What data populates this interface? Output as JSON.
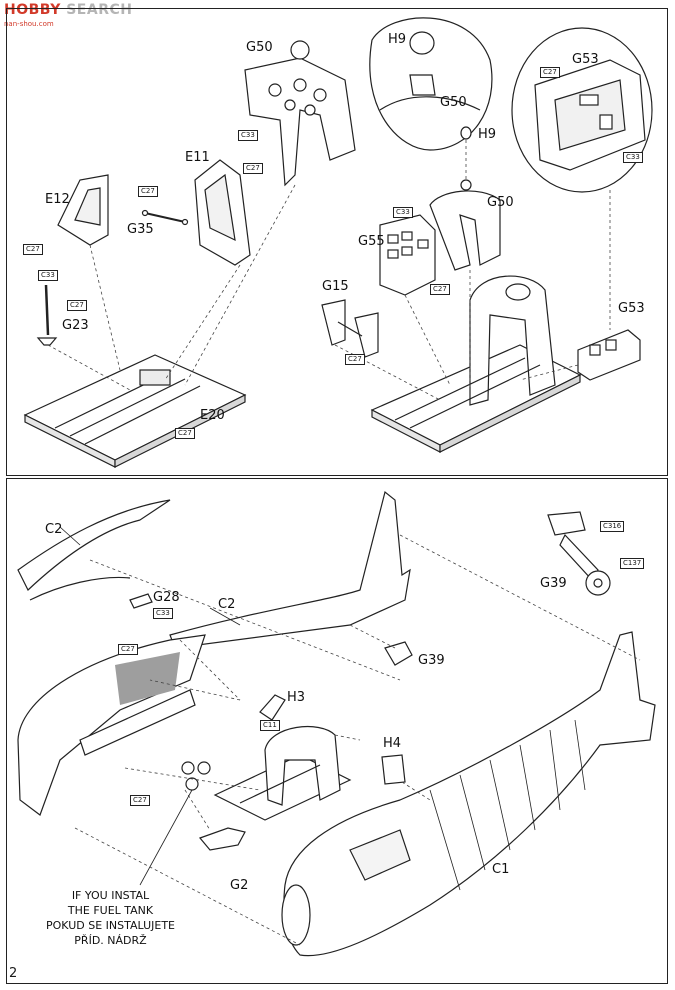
{
  "watermark": {
    "brand_red": "HOBBY",
    "brand_grey": "SEARCH",
    "sub": "nan-shou.com"
  },
  "page_number": "2",
  "note": {
    "line1": "IF YOU INSTAL",
    "line2": "THE FUEL TANK",
    "line3": "POKUD SE INSTALUJETE",
    "line4": "PŘÍD. NÁDRŽ"
  },
  "parts": {
    "g50a": "G50",
    "e11": "E11",
    "e12": "E12",
    "g35": "G35",
    "g23": "G23",
    "e20": "E20",
    "h9a": "H9",
    "g50b": "G50",
    "h9b": "H9",
    "g50c": "G50",
    "g53a": "G53",
    "g55": "G55",
    "g15": "G15",
    "g53b": "G53",
    "c2a": "C2",
    "g28": "G28",
    "c2b": "C2",
    "h3": "H3",
    "g39a": "G39",
    "h4": "H4",
    "g39b": "G39",
    "g2": "G2",
    "c1": "C1"
  },
  "colors": {
    "c27": "C27",
    "c33": "C33",
    "c11": "C11",
    "c316": "C316",
    "c137": "C137"
  }
}
